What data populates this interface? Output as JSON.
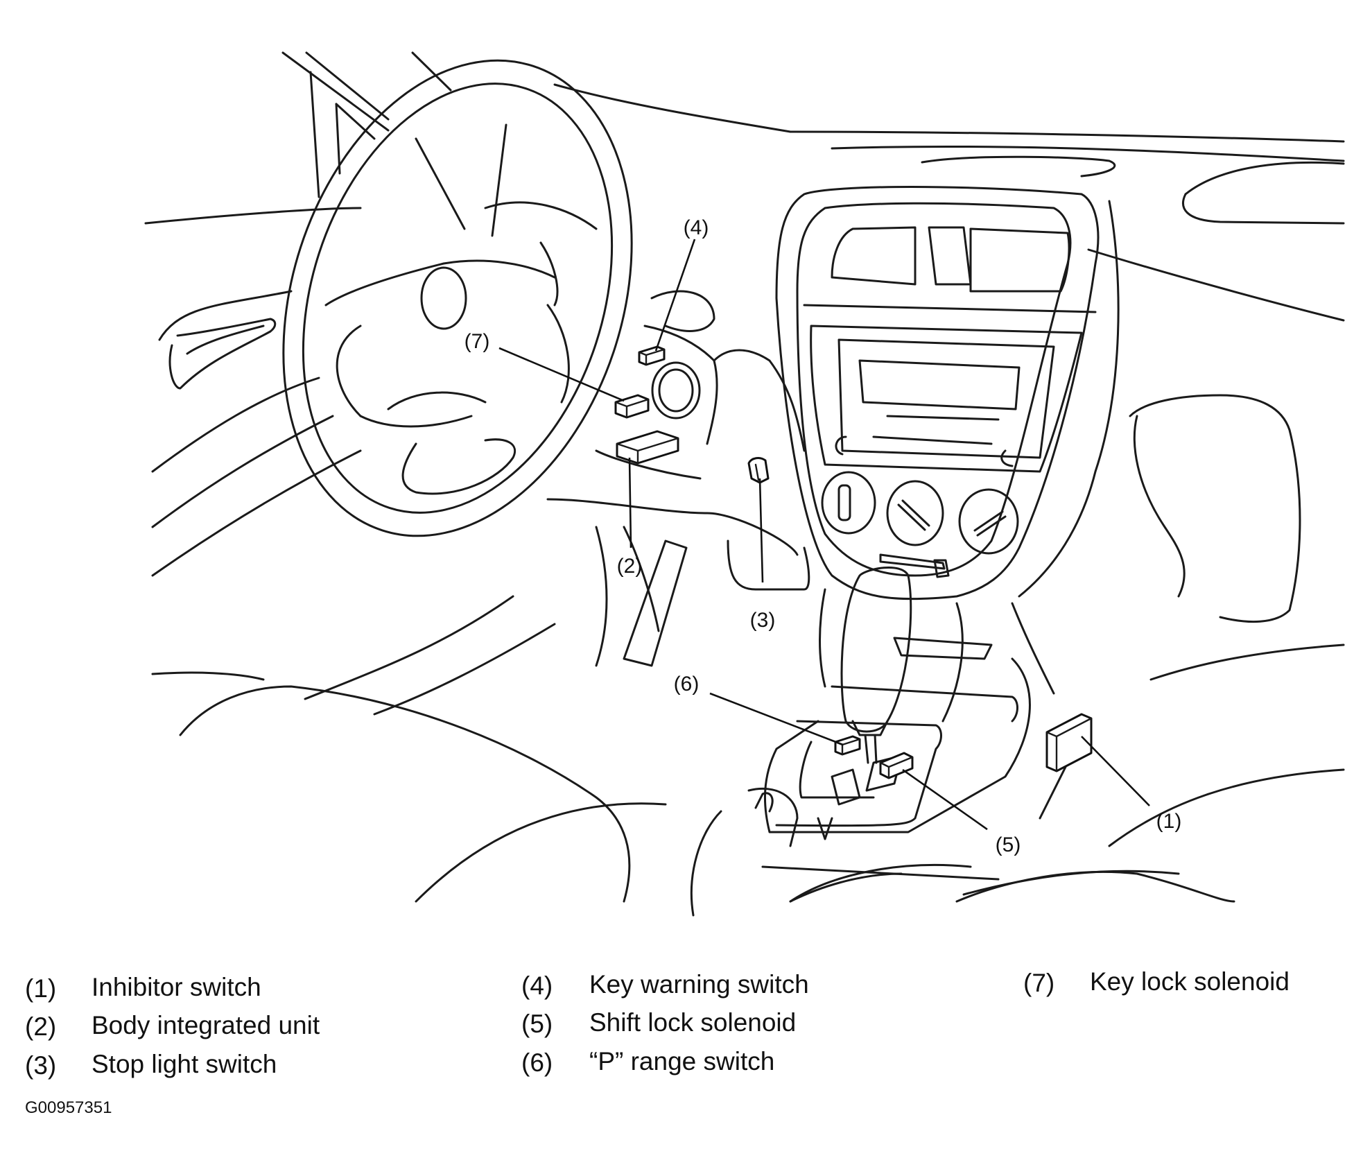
{
  "figure_id": "G00957351",
  "callouts": {
    "c1": "(1)",
    "c2": "(2)",
    "c3": "(3)",
    "c4": "(4)",
    "c5": "(5)",
    "c6": "(6)",
    "c7": "(7)"
  },
  "legend": [
    {
      "num": "(1)",
      "label": "Inhibitor switch"
    },
    {
      "num": "(2)",
      "label": "Body integrated unit"
    },
    {
      "num": "(3)",
      "label": "Stop light switch"
    },
    {
      "num": "(4)",
      "label": "Key warning switch"
    },
    {
      "num": "(5)",
      "label": "Shift lock solenoid"
    },
    {
      "num": "(6)",
      "label": "“P” range switch"
    },
    {
      "num": "(7)",
      "label": "Key lock solenoid"
    }
  ]
}
